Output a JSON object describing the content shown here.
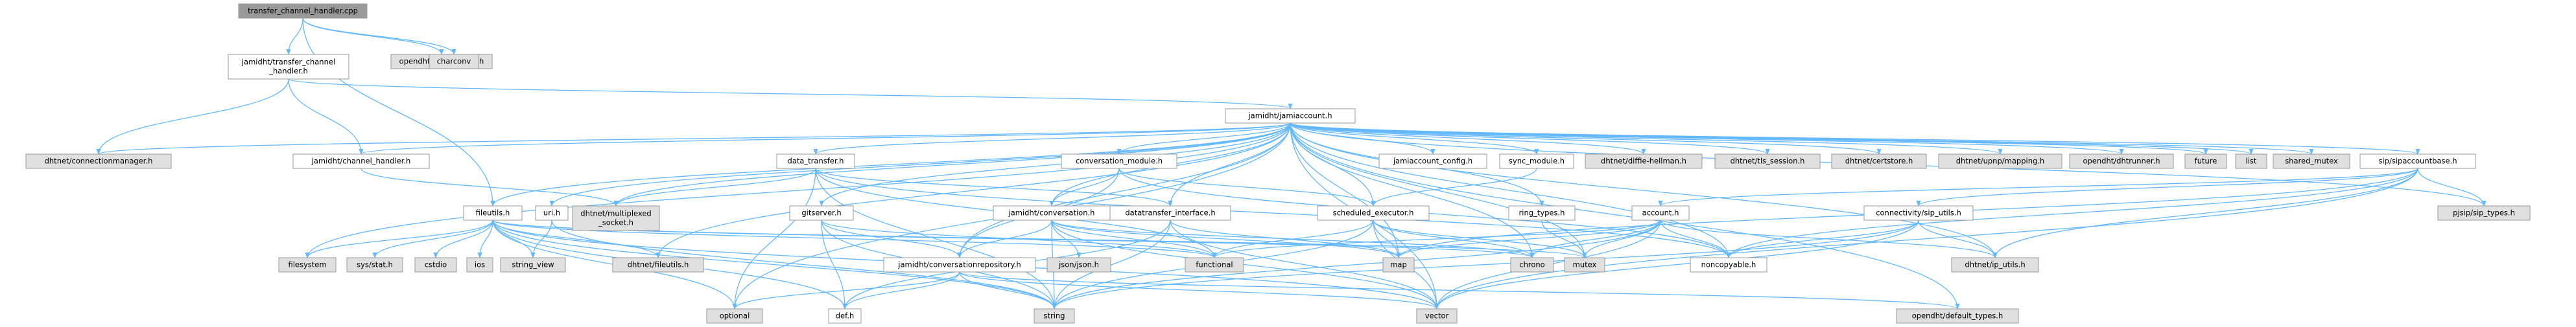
{
  "diagram": {
    "type": "include-dependency-graph",
    "colors": {
      "edge": "#63b8ff",
      "root_fill": "#999999",
      "documented_fill": "#ffffff",
      "documented_border": "#666666",
      "external_fill": "#e0e0e0",
      "external_border": "#999999",
      "truncated_border": "#ff0000"
    },
    "nodes": [
      {
        "id": "root",
        "label": "transfer_channel_handler.cpp",
        "kind": "root"
      },
      {
        "id": "tch_h",
        "label": "jamidht/transfer_channel\n_handler.h",
        "kind": "documented"
      },
      {
        "id": "thread_pool",
        "label": "opendht/thread_pool.h",
        "kind": "external"
      },
      {
        "id": "charconv",
        "label": "charconv",
        "kind": "external"
      },
      {
        "id": "jamiaccount",
        "label": "jamidht/jamiaccount.h",
        "kind": "documented"
      },
      {
        "id": "connmgr",
        "label": "dhtnet/connectionmanager.h",
        "kind": "external"
      },
      {
        "id": "channel_handler",
        "label": "jamidht/channel_handler.h",
        "kind": "documented"
      },
      {
        "id": "fileutils",
        "label": "fileutils.h",
        "kind": "documented"
      },
      {
        "id": "uri",
        "label": "uri.h",
        "kind": "documented"
      },
      {
        "id": "data_transfer",
        "label": "data_transfer.h",
        "kind": "truncated"
      },
      {
        "id": "gitserver",
        "label": "gitserver.h",
        "kind": "truncated"
      },
      {
        "id": "conv_module",
        "label": "conversation_module.h",
        "kind": "truncated"
      },
      {
        "id": "conversation",
        "label": "jamidht/conversation.h",
        "kind": "truncated"
      },
      {
        "id": "dt_interface",
        "label": "datatransfer_interface.h",
        "kind": "truncated"
      },
      {
        "id": "jamiaccount_config",
        "label": "jamiaccount_config.h",
        "kind": "truncated"
      },
      {
        "id": "sync_module",
        "label": "sync_module.h",
        "kind": "documented"
      },
      {
        "id": "diffie",
        "label": "dhtnet/diffie-hellman.h",
        "kind": "external"
      },
      {
        "id": "tls_session",
        "label": "dhtnet/tls_session.h",
        "kind": "external"
      },
      {
        "id": "certstore",
        "label": "dhtnet/certstore.h",
        "kind": "external"
      },
      {
        "id": "upnp",
        "label": "dhtnet/upnp/mapping.h",
        "kind": "external"
      },
      {
        "id": "dhtrunner",
        "label": "opendht/dhtrunner.h",
        "kind": "external"
      },
      {
        "id": "future",
        "label": "future",
        "kind": "external"
      },
      {
        "id": "list",
        "label": "list",
        "kind": "external"
      },
      {
        "id": "shared_mutex",
        "label": "shared_mutex",
        "kind": "external"
      },
      {
        "id": "sipaccountbase",
        "label": "sip/sipaccountbase.h",
        "kind": "truncated"
      },
      {
        "id": "pjsip_types",
        "label": "pjsip/sip_types.h",
        "kind": "external"
      },
      {
        "id": "multiplexed",
        "label": "dhtnet/multiplexed\n_socket.h",
        "kind": "external"
      },
      {
        "id": "scheduled_executor",
        "label": "scheduled_executor.h",
        "kind": "truncated"
      },
      {
        "id": "ring_types",
        "label": "ring_types.h",
        "kind": "truncated"
      },
      {
        "id": "account",
        "label": "account.h",
        "kind": "truncated"
      },
      {
        "id": "connectivity",
        "label": "connectivity/sip_utils.h",
        "kind": "truncated"
      },
      {
        "id": "conv_repo",
        "label": "jamidht/conversationrepository.h",
        "kind": "truncated"
      },
      {
        "id": "filesystem",
        "label": "filesystem",
        "kind": "external"
      },
      {
        "id": "sys_stat",
        "label": "sys/stat.h",
        "kind": "external"
      },
      {
        "id": "cstdio",
        "label": "cstdio",
        "kind": "external"
      },
      {
        "id": "ios",
        "label": "ios",
        "kind": "external"
      },
      {
        "id": "string_view",
        "label": "string_view",
        "kind": "external"
      },
      {
        "id": "dhtnet_fileutils",
        "label": "dhtnet/fileutils.h",
        "kind": "external"
      },
      {
        "id": "json",
        "label": "json/json.h",
        "kind": "external"
      },
      {
        "id": "functional",
        "label": "functional",
        "kind": "external"
      },
      {
        "id": "map",
        "label": "map",
        "kind": "external"
      },
      {
        "id": "chrono",
        "label": "chrono",
        "kind": "external"
      },
      {
        "id": "mutex",
        "label": "mutex",
        "kind": "external"
      },
      {
        "id": "noncopyable",
        "label": "noncopyable.h",
        "kind": "documented"
      },
      {
        "id": "ip_utils",
        "label": "dhtnet/ip_utils.h",
        "kind": "external"
      },
      {
        "id": "optional",
        "label": "optional",
        "kind": "external"
      },
      {
        "id": "def",
        "label": "def.h",
        "kind": "documented"
      },
      {
        "id": "string",
        "label": "string",
        "kind": "external"
      },
      {
        "id": "vector",
        "label": "vector",
        "kind": "external"
      },
      {
        "id": "default_types",
        "label": "opendht/default_types.h",
        "kind": "external"
      }
    ],
    "edges": [
      [
        "root",
        "tch_h"
      ],
      [
        "root",
        "thread_pool"
      ],
      [
        "root",
        "charconv"
      ],
      [
        "root",
        "fileutils"
      ],
      [
        "tch_h",
        "jamiaccount"
      ],
      [
        "tch_h",
        "connmgr"
      ],
      [
        "tch_h",
        "channel_handler"
      ],
      [
        "jamiaccount",
        "connmgr"
      ],
      [
        "jamiaccount",
        "channel_handler"
      ],
      [
        "jamiaccount",
        "fileutils"
      ],
      [
        "jamiaccount",
        "uri"
      ],
      [
        "jamiaccount",
        "data_transfer"
      ],
      [
        "jamiaccount",
        "gitserver"
      ],
      [
        "jamiaccount",
        "conv_module"
      ],
      [
        "jamiaccount",
        "conversation"
      ],
      [
        "jamiaccount",
        "dt_interface"
      ],
      [
        "jamiaccount",
        "jamiaccount_config"
      ],
      [
        "jamiaccount",
        "sync_module"
      ],
      [
        "jamiaccount",
        "diffie"
      ],
      [
        "jamiaccount",
        "tls_session"
      ],
      [
        "jamiaccount",
        "certstore"
      ],
      [
        "jamiaccount",
        "upnp"
      ],
      [
        "jamiaccount",
        "dhtrunner"
      ],
      [
        "jamiaccount",
        "future"
      ],
      [
        "jamiaccount",
        "list"
      ],
      [
        "jamiaccount",
        "shared_mutex"
      ],
      [
        "jamiaccount",
        "sipaccountbase"
      ],
      [
        "jamiaccount",
        "pjsip_types"
      ],
      [
        "jamiaccount",
        "multiplexed"
      ],
      [
        "jamiaccount",
        "scheduled_executor"
      ],
      [
        "jamiaccount",
        "ring_types"
      ],
      [
        "jamiaccount",
        "conv_repo"
      ],
      [
        "jamiaccount",
        "dhtnet_fileutils"
      ],
      [
        "jamiaccount",
        "optional"
      ],
      [
        "jamiaccount",
        "map"
      ],
      [
        "jamiaccount",
        "chrono"
      ],
      [
        "jamiaccount",
        "mutex"
      ],
      [
        "jamiaccount",
        "noncopyable"
      ],
      [
        "jamiaccount",
        "ip_utils"
      ],
      [
        "jamiaccount",
        "vector"
      ],
      [
        "jamiaccount",
        "default_types"
      ],
      [
        "jamiaccount",
        "filesystem"
      ],
      [
        "channel_handler",
        "multiplexed"
      ],
      [
        "fileutils",
        "filesystem"
      ],
      [
        "fileutils",
        "sys_stat"
      ],
      [
        "fileutils",
        "cstdio"
      ],
      [
        "fileutils",
        "ios"
      ],
      [
        "fileutils",
        "string_view"
      ],
      [
        "fileutils",
        "dhtnet_fileutils"
      ],
      [
        "fileutils",
        "optional"
      ],
      [
        "fileutils",
        "def"
      ],
      [
        "fileutils",
        "string"
      ],
      [
        "fileutils",
        "vector"
      ],
      [
        "fileutils",
        "mutex"
      ],
      [
        "fileutils",
        "chrono"
      ],
      [
        "fileutils",
        "functional"
      ],
      [
        "uri",
        "string_view"
      ],
      [
        "uri",
        "string"
      ],
      [
        "data_transfer",
        "multiplexed"
      ],
      [
        "data_transfer",
        "dt_interface"
      ],
      [
        "data_transfer",
        "functional"
      ],
      [
        "data_transfer",
        "optional"
      ],
      [
        "data_transfer",
        "string"
      ],
      [
        "data_transfer",
        "noncopyable"
      ],
      [
        "gitserver",
        "conv_repo"
      ],
      [
        "gitserver",
        "def"
      ],
      [
        "gitserver",
        "string"
      ],
      [
        "gitserver",
        "functional"
      ],
      [
        "conv_module",
        "conversation"
      ],
      [
        "conv_module",
        "scheduled_executor"
      ],
      [
        "conv_module",
        "conv_repo"
      ],
      [
        "conv_module",
        "noncopyable"
      ],
      [
        "conversation",
        "conv_repo"
      ],
      [
        "conversation",
        "json"
      ],
      [
        "conversation",
        "functional"
      ],
      [
        "conversation",
        "string"
      ],
      [
        "conversation",
        "vector"
      ],
      [
        "conversation",
        "map"
      ],
      [
        "conversation",
        "chrono"
      ],
      [
        "dt_interface",
        "def"
      ],
      [
        "dt_interface",
        "string"
      ],
      [
        "dt_interface",
        "vector"
      ],
      [
        "dt_interface",
        "map"
      ],
      [
        "sync_module",
        "scheduled_executor"
      ],
      [
        "scheduled_executor",
        "functional"
      ],
      [
        "scheduled_executor",
        "map"
      ],
      [
        "scheduled_executor",
        "chrono"
      ],
      [
        "scheduled_executor",
        "mutex"
      ],
      [
        "scheduled_executor",
        "vector"
      ],
      [
        "scheduled_executor",
        "string"
      ],
      [
        "ring_types",
        "mutex"
      ],
      [
        "sipaccountbase",
        "account"
      ],
      [
        "sipaccountbase",
        "connectivity"
      ],
      [
        "sipaccountbase",
        "pjsip_types"
      ],
      [
        "sipaccountbase",
        "ip_utils"
      ],
      [
        "sipaccountbase",
        "noncopyable"
      ],
      [
        "sipaccountbase",
        "vector"
      ],
      [
        "sipaccountbase",
        "map"
      ],
      [
        "account",
        "noncopyable"
      ],
      [
        "account",
        "ip_utils"
      ],
      [
        "account",
        "map"
      ],
      [
        "account",
        "chrono"
      ],
      [
        "account",
        "mutex"
      ],
      [
        "account",
        "string"
      ],
      [
        "account",
        "vector"
      ],
      [
        "account",
        "functional"
      ],
      [
        "connectivity",
        "noncopyable"
      ],
      [
        "connectivity",
        "ip_utils"
      ],
      [
        "connectivity",
        "string"
      ],
      [
        "connectivity",
        "vector"
      ],
      [
        "conv_repo",
        "optional"
      ],
      [
        "conv_repo",
        "def"
      ],
      [
        "conv_repo",
        "string"
      ],
      [
        "conv_repo",
        "vector"
      ],
      [
        "conv_repo",
        "default_types"
      ]
    ]
  }
}
